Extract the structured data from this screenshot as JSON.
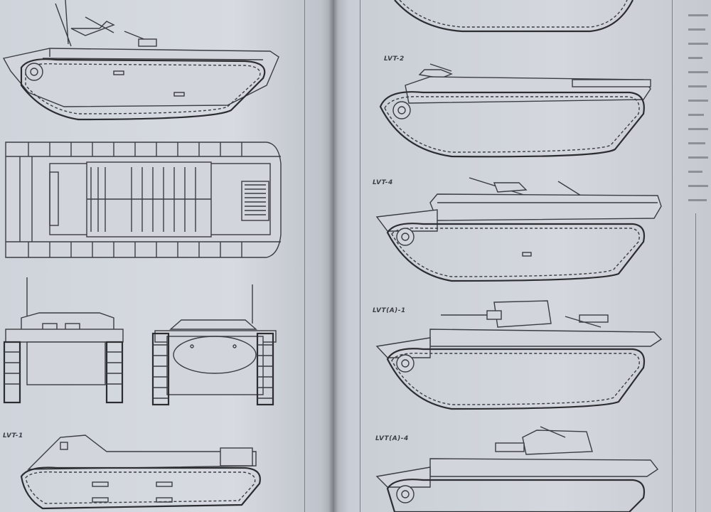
{
  "book_spread": {
    "left_page": {
      "labels": {
        "lvt1": "LVT-1"
      }
    },
    "right_page": {
      "labels": {
        "lvt2": "LVT-2",
        "lvt4": "LVT-4",
        "lvta1": "LVT(A)-1",
        "lvta4": "LVT(A)-4"
      }
    }
  },
  "colors": {
    "paper": "#d4d8de",
    "ink": "#3a3d42",
    "background": "#4a4d52"
  }
}
